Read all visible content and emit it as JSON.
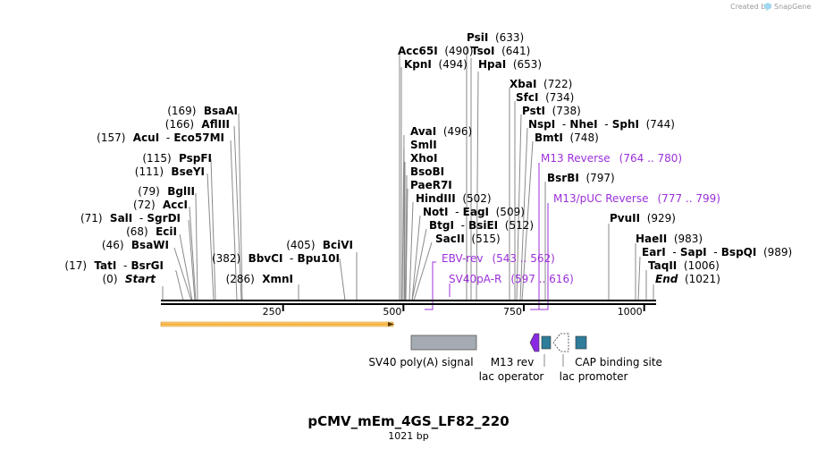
{
  "credit": {
    "text": "Created by",
    "brand": "SnapGene"
  },
  "title": "pCMV_mEm_4GS_LF82_220",
  "subtitle": "1021 bp",
  "sequence_length": 1021,
  "ticks": [
    {
      "pos": 250,
      "label": "250"
    },
    {
      "pos": 500,
      "label": "500"
    },
    {
      "pos": 750,
      "label": "750"
    },
    {
      "pos": 1000,
      "label": "1000"
    }
  ],
  "enzymes": [
    {
      "parts": [
        {
          "t": "(0)",
          "s": "num"
        },
        {
          "t": "  Start",
          "s": "it"
        }
      ]
    },
    {
      "parts": [
        {
          "t": "(17)",
          "s": "num"
        },
        {
          "t": "  TatI",
          "s": "b"
        },
        {
          "t": "  -",
          "s": "num"
        },
        {
          "t": " BsrGI",
          "s": "b"
        }
      ]
    },
    {
      "parts": [
        {
          "t": "(46)",
          "s": "num"
        },
        {
          "t": "  BsaWI",
          "s": "b"
        }
      ]
    },
    {
      "parts": [
        {
          "t": "(68)",
          "s": "num"
        },
        {
          "t": "  EciI",
          "s": "b"
        }
      ]
    },
    {
      "parts": [
        {
          "t": "(71)",
          "s": "num"
        },
        {
          "t": "  SalI",
          "s": "b"
        },
        {
          "t": "  -",
          "s": "num"
        },
        {
          "t": " SgrDI",
          "s": "b"
        }
      ]
    },
    {
      "parts": [
        {
          "t": "(72)",
          "s": "num"
        },
        {
          "t": "  AccI",
          "s": "b"
        }
      ]
    },
    {
      "parts": [
        {
          "t": "(79)",
          "s": "num"
        },
        {
          "t": "  BglII",
          "s": "b"
        }
      ]
    },
    {
      "parts": [
        {
          "t": "(111)",
          "s": "num"
        },
        {
          "t": "  BseYI",
          "s": "b"
        }
      ]
    },
    {
      "parts": [
        {
          "t": "(115)",
          "s": "num"
        },
        {
          "t": "  PspFI",
          "s": "b"
        }
      ]
    },
    {
      "parts": [
        {
          "t": "(157)",
          "s": "num"
        },
        {
          "t": "  AcuI",
          "s": "b"
        },
        {
          "t": "  -",
          "s": "num"
        },
        {
          "t": " Eco57MI",
          "s": "b"
        }
      ]
    },
    {
      "parts": [
        {
          "t": "(166)",
          "s": "num"
        },
        {
          "t": "  AflIII",
          "s": "b"
        }
      ]
    },
    {
      "parts": [
        {
          "t": "(169)",
          "s": "num"
        },
        {
          "t": "  BsaAI",
          "s": "b"
        }
      ]
    },
    {
      "parts": [
        {
          "t": "(286)",
          "s": "num"
        },
        {
          "t": "  XmnI",
          "s": "b"
        }
      ]
    },
    {
      "parts": [
        {
          "t": "(382)",
          "s": "num"
        },
        {
          "t": "  BbvCI",
          "s": "b"
        },
        {
          "t": "  -",
          "s": "num"
        },
        {
          "t": " Bpu10I",
          "s": "b"
        }
      ]
    },
    {
      "parts": [
        {
          "t": "(405)",
          "s": "num"
        },
        {
          "t": "  BciVI",
          "s": "b"
        }
      ]
    },
    {
      "parts": [
        {
          "t": "Acc65I",
          "s": "b"
        },
        {
          "t": "  (490)",
          "s": "num"
        }
      ]
    },
    {
      "parts": [
        {
          "t": "KpnI",
          "s": "b"
        },
        {
          "t": "  (494)",
          "s": "num"
        }
      ]
    },
    {
      "parts": [
        {
          "t": "AvaI",
          "s": "b"
        },
        {
          "t": "  (496)",
          "s": "num"
        }
      ]
    },
    {
      "parts": [
        {
          "t": "SmlI",
          "s": "b"
        }
      ]
    },
    {
      "parts": [
        {
          "t": "XhoI",
          "s": "b"
        }
      ]
    },
    {
      "parts": [
        {
          "t": "BsoBI",
          "s": "b"
        }
      ]
    },
    {
      "parts": [
        {
          "t": "PaeR7I",
          "s": "b"
        }
      ]
    },
    {
      "parts": [
        {
          "t": "HindIII",
          "s": "b"
        },
        {
          "t": "  (502)",
          "s": "num"
        }
      ]
    },
    {
      "parts": [
        {
          "t": "NotI",
          "s": "b"
        },
        {
          "t": "  -",
          "s": "num"
        },
        {
          "t": " EagI",
          "s": "b"
        },
        {
          "t": "  (509)",
          "s": "num"
        }
      ]
    },
    {
      "parts": [
        {
          "t": "BtgI",
          "s": "b"
        },
        {
          "t": "  -",
          "s": "num"
        },
        {
          "t": " BsiEI",
          "s": "b"
        },
        {
          "t": "  (512)",
          "s": "num"
        }
      ]
    },
    {
      "parts": [
        {
          "t": "SacII",
          "s": "b"
        },
        {
          "t": "  (515)",
          "s": "num"
        }
      ]
    },
    {
      "parts": [
        {
          "t": "PsiI",
          "s": "b"
        },
        {
          "t": "  (633)",
          "s": "num"
        }
      ]
    },
    {
      "parts": [
        {
          "t": "TsoI",
          "s": "b"
        },
        {
          "t": "  (641)",
          "s": "num"
        }
      ]
    },
    {
      "parts": [
        {
          "t": "HpaI",
          "s": "b"
        },
        {
          "t": "  (653)",
          "s": "num"
        }
      ]
    },
    {
      "parts": [
        {
          "t": "XbaI",
          "s": "b"
        },
        {
          "t": "  (722)",
          "s": "num"
        }
      ]
    },
    {
      "parts": [
        {
          "t": "SfcI",
          "s": "b"
        },
        {
          "t": "  (734)",
          "s": "num"
        }
      ]
    },
    {
      "parts": [
        {
          "t": "PstI",
          "s": "b"
        },
        {
          "t": "  (738)",
          "s": "num"
        }
      ]
    },
    {
      "parts": [
        {
          "t": "NspI",
          "s": "b"
        },
        {
          "t": "  -",
          "s": "num"
        },
        {
          "t": " NheI",
          "s": "b"
        },
        {
          "t": "  -",
          "s": "num"
        },
        {
          "t": " SphI",
          "s": "b"
        },
        {
          "t": "  (744)",
          "s": "num"
        }
      ]
    },
    {
      "parts": [
        {
          "t": "BmtI",
          "s": "b"
        },
        {
          "t": "  (748)",
          "s": "num"
        }
      ]
    },
    {
      "parts": [
        {
          "t": "BsrBI",
          "s": "b"
        },
        {
          "t": "  (797)",
          "s": "num"
        }
      ]
    },
    {
      "parts": [
        {
          "t": "PvuII",
          "s": "b"
        },
        {
          "t": "  (929)",
          "s": "num"
        }
      ]
    },
    {
      "parts": [
        {
          "t": "HaeII",
          "s": "b"
        },
        {
          "t": "  (983)",
          "s": "num"
        }
      ]
    },
    {
      "parts": [
        {
          "t": "EarI",
          "s": "b"
        },
        {
          "t": "  -",
          "s": "num"
        },
        {
          "t": " SapI",
          "s": "b"
        },
        {
          "t": "  -",
          "s": "num"
        },
        {
          "t": " BspQI",
          "s": "b"
        },
        {
          "t": "  (989)",
          "s": "num"
        }
      ]
    },
    {
      "parts": [
        {
          "t": "TaqII",
          "s": "b"
        },
        {
          "t": "  (1006)",
          "s": "num"
        }
      ]
    },
    {
      "parts": [
        {
          "t": "End",
          "s": "it"
        },
        {
          "t": "  (1021)",
          "s": "num"
        }
      ]
    }
  ],
  "primers": [
    {
      "name": "M13 Reverse",
      "range": "(764 .. 780)",
      "start": 764,
      "end": 780
    },
    {
      "name": "M13/pUC Reverse",
      "range": "(777 .. 799)",
      "start": 777,
      "end": 799
    },
    {
      "name": "EBV-rev",
      "range": "(543 .. 562)",
      "start": 543,
      "end": 562
    },
    {
      "name": "SV40pA-R",
      "range": "(597 .. 616)",
      "start": 597,
      "end": 616
    }
  ],
  "features": [
    {
      "name": "SV40 poly(A) signal",
      "color": "#a5abb2",
      "start": 510,
      "end": 644
    },
    {
      "name": "M13 rev",
      "color": "#8a2be2",
      "start": 764,
      "end": 780
    },
    {
      "name": "lac operator",
      "color": "#2e7d9a",
      "start": 788,
      "end": 805
    },
    {
      "name": "lac promoter",
      "color": "#ffffff",
      "start": 812,
      "end": 842
    },
    {
      "name": "CAP binding site",
      "color": "#2e7d9a",
      "start": 857,
      "end": 878
    }
  ],
  "orf": {
    "color": "#f5a623",
    "start": 0,
    "end": 480
  },
  "colors": {
    "backbone": "#000000",
    "primer": "#9b30d9",
    "site_line": "#8a8a8a"
  }
}
